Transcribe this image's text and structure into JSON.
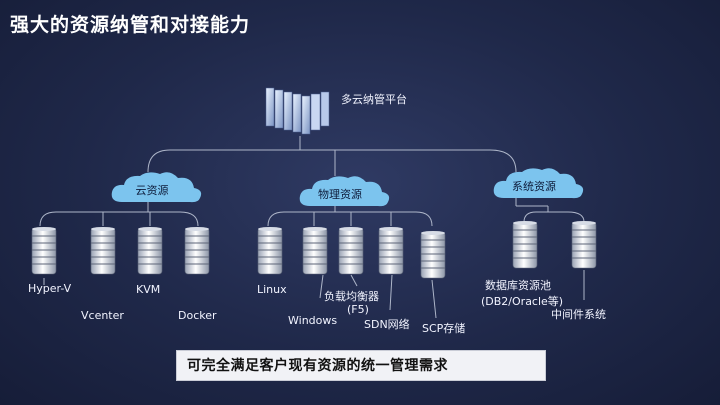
{
  "title": "强大的资源纳管和对接能力",
  "platform": {
    "label": "多云纳管平台"
  },
  "groups": [
    {
      "label": "云资源",
      "servers": [
        "Hyper-V",
        "Vcenter",
        "KVM",
        "Docker"
      ]
    },
    {
      "label": "物理资源",
      "servers": [
        "Linux",
        "Windows",
        "负载均衡器",
        "(F5)",
        "SDN网络",
        "SCP存储"
      ]
    },
    {
      "label": "系统资源",
      "servers": [
        "数据库资源池",
        "(DB2/Oracle等)",
        "中间件系统"
      ]
    }
  ],
  "banner": "可完全满足客户现有资源的统一管理需求",
  "colors": {
    "background": "#1f2849",
    "cloud": "#7cc4ee",
    "connector": "#aeb6c9",
    "banner_bg": "#f1f2f6"
  }
}
